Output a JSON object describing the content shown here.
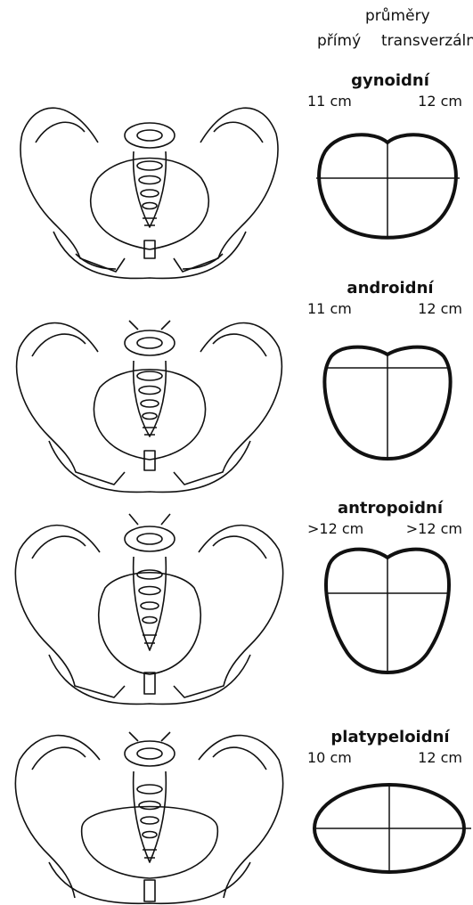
{
  "header": {
    "title": "průměry",
    "left": "přímý",
    "right": "transverzální"
  },
  "types": [
    {
      "name": "gynoidní",
      "anteroposterior": "11 cm",
      "transverse": "12 cm",
      "shape": "rounded"
    },
    {
      "name": "androidní",
      "anteroposterior": "11 cm",
      "transverse": "12 cm",
      "shape": "heart"
    },
    {
      "name": "antropoidní",
      "anteroposterior": ">12 cm",
      "transverse": ">12 cm",
      "shape": "long-oval"
    },
    {
      "name": "platypeloidní",
      "anteroposterior": "10 cm",
      "transverse": "12 cm",
      "shape": "flat-oval"
    }
  ],
  "colors": {
    "ink": "#111111",
    "background": "#ffffff"
  }
}
